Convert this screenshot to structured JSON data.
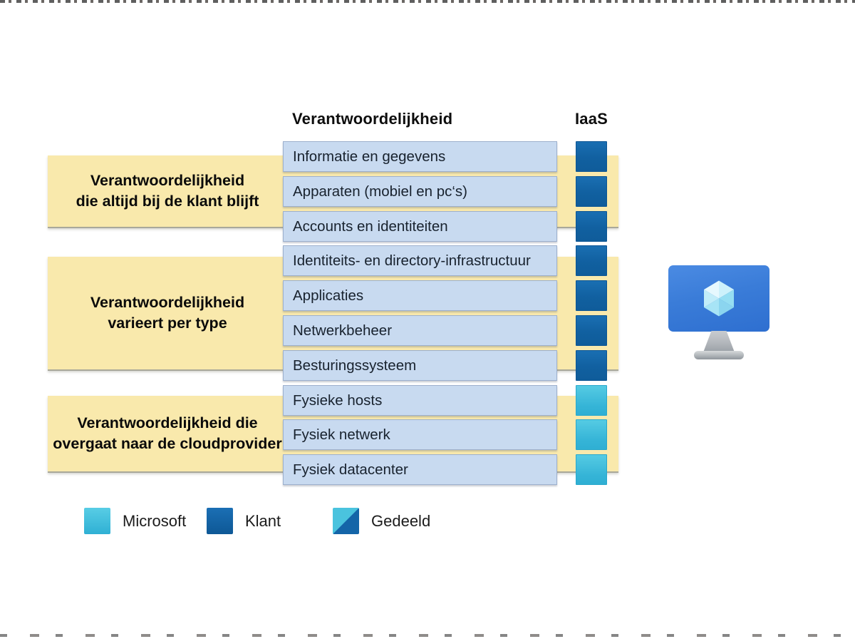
{
  "headers": {
    "responsibility": "Verantwoordelijkheid",
    "column": "IaaS"
  },
  "bands": [
    {
      "line1": "Verantwoordelijkheid",
      "line2": "die altijd bij de klant blijft"
    },
    {
      "line1": "Verantwoordelijkheid",
      "line2": "varieert per type"
    },
    {
      "line1": "Verantwoordelijkheid die",
      "line2": "overgaat naar de cloudprovider"
    }
  ],
  "rows": [
    {
      "label": "Informatie en gegevens",
      "owner": "klant"
    },
    {
      "label": "Apparaten (mobiel en pc‘s)",
      "owner": "klant"
    },
    {
      "label": "Accounts en identiteiten",
      "owner": "klant"
    },
    {
      "label": "Identiteits- en directory-infrastructuur",
      "owner": "klant"
    },
    {
      "label": "Applicaties",
      "owner": "klant"
    },
    {
      "label": "Netwerkbeheer",
      "owner": "klant"
    },
    {
      "label": "Besturingssysteem",
      "owner": "klant"
    },
    {
      "label": "Fysieke hosts",
      "owner": "microsoft"
    },
    {
      "label": "Fysiek netwerk",
      "owner": "microsoft"
    },
    {
      "label": "Fysiek datacenter",
      "owner": "microsoft"
    }
  ],
  "legend": [
    {
      "label": "Microsoft",
      "type": "microsoft"
    },
    {
      "label": "Klant",
      "type": "klant"
    },
    {
      "label": "Gedeeld",
      "type": "gedeeld"
    }
  ],
  "icons": {
    "vm_icon": "virtual-machine-monitor-icon"
  },
  "colors": {
    "microsoft": "#3fbcd9",
    "klant": "#1366a8",
    "band_yellow": "#f9e9ac",
    "row_fill": "#c8daf0",
    "row_border": "#9db0cd",
    "screen_blue": "#3d7fd9"
  }
}
